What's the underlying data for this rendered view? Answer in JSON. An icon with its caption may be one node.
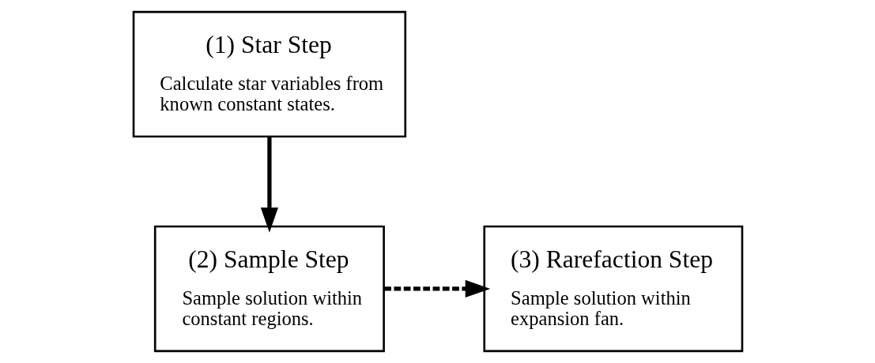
{
  "diagram": {
    "nodes": [
      {
        "text": [
          "(1) Star Step",
          "Calculate star variables from known constant states."
        ]
      },
      {
        "text": [
          "(2) Sample Step",
          "Sample solution within constant regions."
        ]
      },
      {
        "text": [
          "(3) Rarefaction Step",
          "Sample solution within expansion fan."
        ]
      }
    ],
    "edges": [
      {
        "from": 0,
        "to": 1,
        "arrow": "to"
      },
      {
        "from": 1,
        "to": 2,
        "arrow": "to",
        "style": "dashed"
      }
    ]
  }
}
